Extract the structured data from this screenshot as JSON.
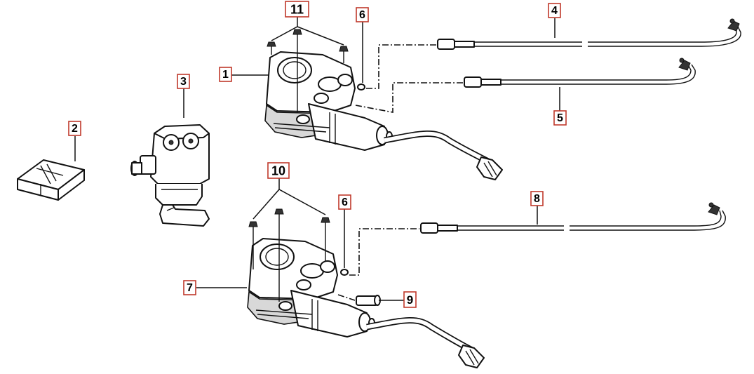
{
  "callouts": [
    {
      "id": "1",
      "label": "1"
    },
    {
      "id": "2",
      "label": "2"
    },
    {
      "id": "3",
      "label": "3"
    },
    {
      "id": "4",
      "label": "4"
    },
    {
      "id": "5",
      "label": "5"
    },
    {
      "id": "6a",
      "label": "6"
    },
    {
      "id": "6b",
      "label": "6"
    },
    {
      "id": "7",
      "label": "7"
    },
    {
      "id": "8",
      "label": "8"
    },
    {
      "id": "9",
      "label": "9"
    },
    {
      "id": "10",
      "label": "10"
    },
    {
      "id": "11",
      "label": "11"
    }
  ],
  "colors": {
    "callout_border": "#c0392b",
    "line": "#111111",
    "background": "#ffffff"
  }
}
